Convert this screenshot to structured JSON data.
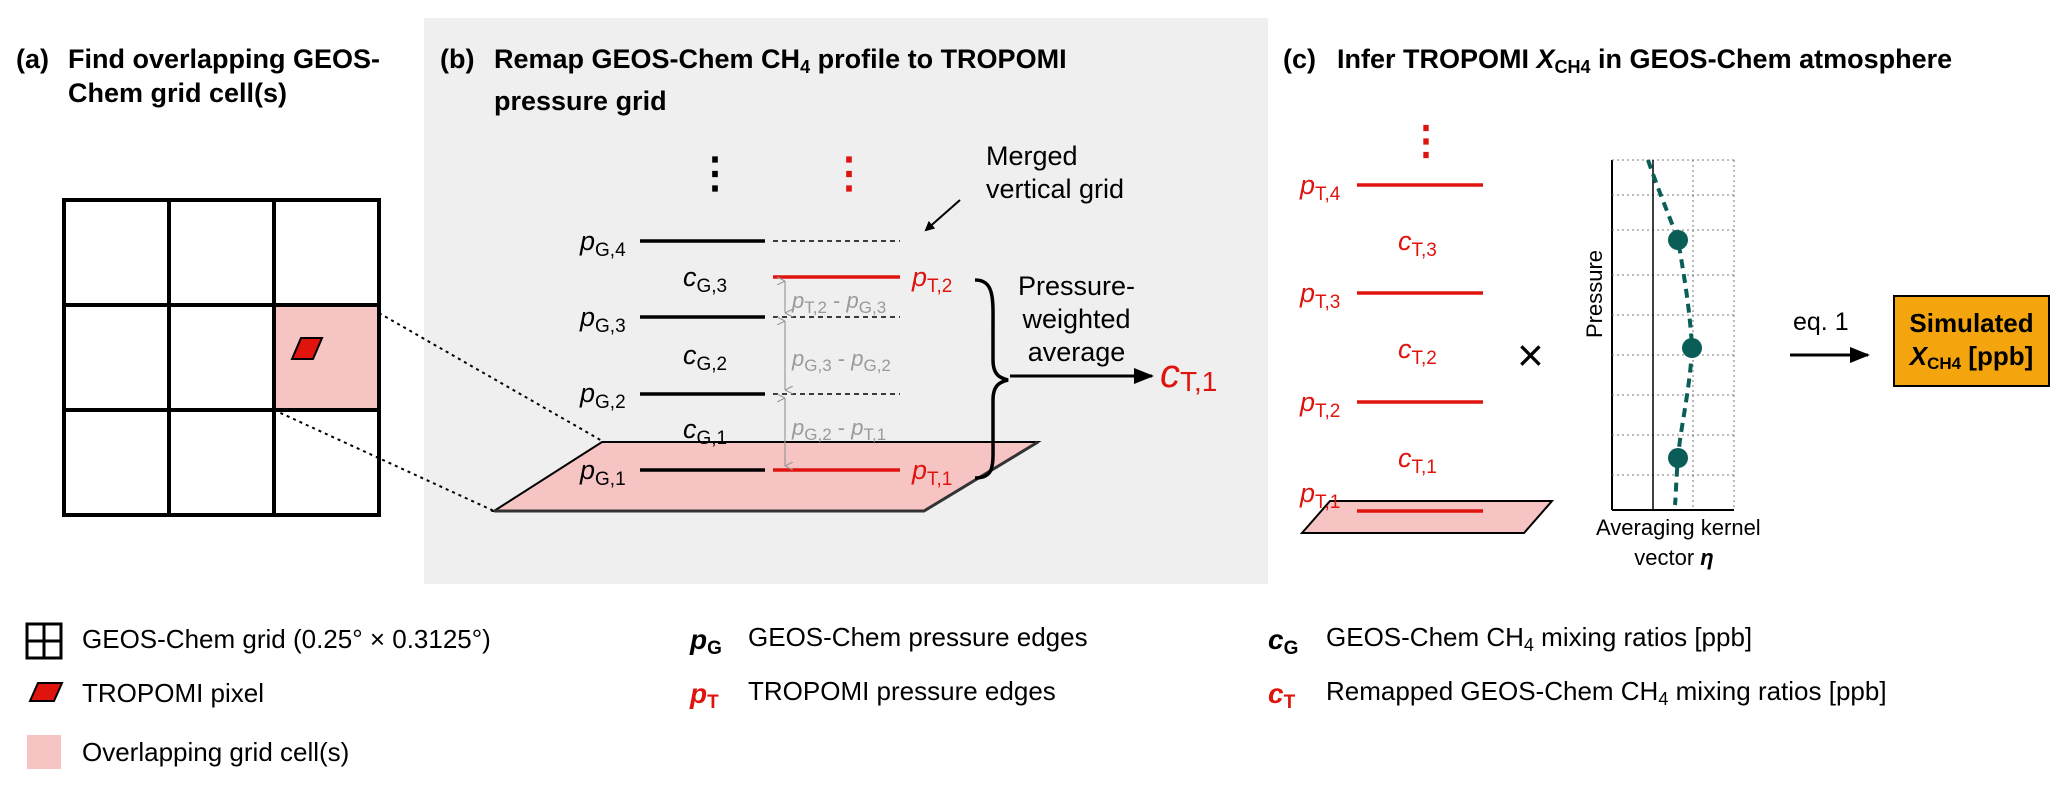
{
  "panel_a": {
    "label": "(a)",
    "title_line1": "Find overlapping GEOS-",
    "title_line2": "Chem grid cell(s)"
  },
  "panel_b": {
    "label": "(b)",
    "title_line1_pre": "Remap GEOS-Chem CH",
    "title_line1_sub": "4",
    "title_line1_post": " profile to TROPOMI",
    "title_line2": "pressure grid",
    "merged_line1": "Merged",
    "merged_line2": "vertical grid",
    "avg_line1": "Pressure-",
    "avg_line2": "weighted",
    "avg_line3": "average",
    "dots": "⋮",
    "pg4": {
      "base": "p",
      "sub": "G,4"
    },
    "pg3": {
      "base": "p",
      "sub": "G,3"
    },
    "pg2": {
      "base": "p",
      "sub": "G,2"
    },
    "pg1": {
      "base": "p",
      "sub": "G,1"
    },
    "cg3": {
      "base": "c",
      "sub": "G,3"
    },
    "cg2": {
      "base": "c",
      "sub": "G,2"
    },
    "cg1": {
      "base": "c",
      "sub": "G,1"
    },
    "pt2": {
      "base": "p",
      "sub": "T,2"
    },
    "pt1": {
      "base": "p",
      "sub": "T,1"
    },
    "diff1": {
      "a": "p",
      "a_sub": "T,2",
      "op": " - ",
      "b": "p",
      "b_sub": "G,3"
    },
    "diff2": {
      "a": "p",
      "a_sub": "G,3",
      "op": " - ",
      "b": "p",
      "b_sub": "G,2"
    },
    "diff3": {
      "a": "p",
      "a_sub": "G,2",
      "op": " - ",
      "b": "p",
      "b_sub": "T,1"
    },
    "ct1": {
      "base": "c",
      "sub": "T,1"
    }
  },
  "panel_c": {
    "label": "(c)",
    "title_pre": "Infer TROPOMI ",
    "title_x": "X",
    "title_sub": "CH4",
    "title_post": " in GEOS-Chem atmosphere",
    "dots": "⋮",
    "pt4": {
      "base": "p",
      "sub": "T,4"
    },
    "pt3": {
      "base": "p",
      "sub": "T,3"
    },
    "pt2": {
      "base": "p",
      "sub": "T,2"
    },
    "pt1": {
      "base": "p",
      "sub": "T,1"
    },
    "ct3": {
      "base": "c",
      "sub": "T,3"
    },
    "ct2": {
      "base": "c",
      "sub": "T,2"
    },
    "ct1": {
      "base": "c",
      "sub": "T,1"
    },
    "times": "×",
    "ylabel": "Pressure",
    "xlabel_line1": "Averaging kernel",
    "xlabel_line2_pre": "vector ",
    "xlabel_line2_eta": "η",
    "eq_label": "eq. 1",
    "sim_line1": "Simulated",
    "sim_x": "X",
    "sim_sub": "CH4",
    "sim_post": " [ppb]"
  },
  "legend": {
    "grid": "GEOS-Chem grid (0.25° × 0.3125°)",
    "pixel": "TROPOMI pixel",
    "overlap": "Overlapping grid cell(s)",
    "pg_sym": "p",
    "pg_sub": "G",
    "pg_text": "GEOS-Chem pressure edges",
    "pt_sym": "p",
    "pt_sub": "T",
    "pt_text": "TROPOMI pressure edges",
    "cg_sym": "c",
    "cg_sub": "G",
    "cg_text_pre": "GEOS-Chem CH",
    "cg_text_sub": "4",
    "cg_text_post": " mixing ratios [ppb]",
    "ct_sym": "c",
    "ct_sub": "T",
    "ct_text_pre": "Remapped GEOS-Chem CH",
    "ct_text_sub": "4",
    "ct_text_post": " mixing ratios [ppb]"
  },
  "colors": {
    "red": "#e0140f",
    "pink": "#f7c4c4",
    "teal": "#0b5e58",
    "orange": "#f4a40c",
    "panel_bg": "#efefef",
    "gray_text": "#9a9a9a"
  }
}
